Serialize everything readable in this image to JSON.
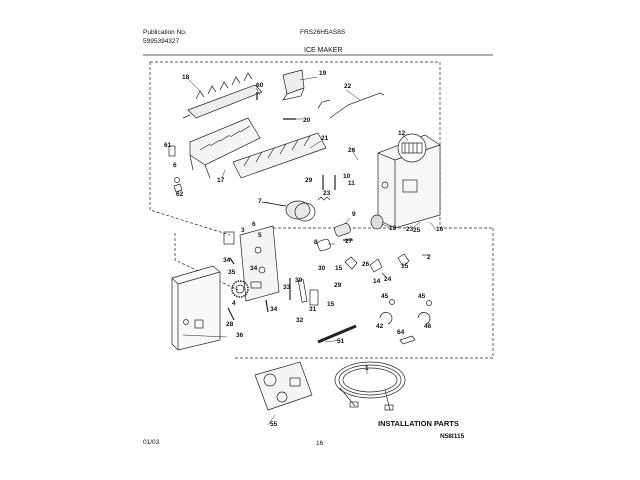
{
  "header": {
    "publication_label": "Publication No.",
    "publication_number": "5995394327",
    "model": "FRS26H5AS8S",
    "section_title": "ICE MAKER"
  },
  "footer": {
    "date": "01/03",
    "page": "16",
    "diagram_code": "N58I115"
  },
  "diagram": {
    "installation_label": "INSTALLATION PARTS",
    "callouts": [
      "18",
      "19",
      "60",
      "22",
      "20",
      "21",
      "17",
      "61",
      "6",
      "62",
      "12",
      "26",
      "10",
      "11",
      "29",
      "23",
      "7",
      "8",
      "9",
      "27",
      "3",
      "13",
      "6",
      "25",
      "23",
      "16",
      "34",
      "35",
      "30",
      "15",
      "14",
      "24",
      "2",
      "5",
      "4",
      "33",
      "30",
      "32",
      "31",
      "29",
      "15",
      "45",
      "45",
      "42",
      "46",
      "64",
      "36",
      "51",
      "1",
      "55",
      "34",
      "28",
      "34"
    ]
  }
}
